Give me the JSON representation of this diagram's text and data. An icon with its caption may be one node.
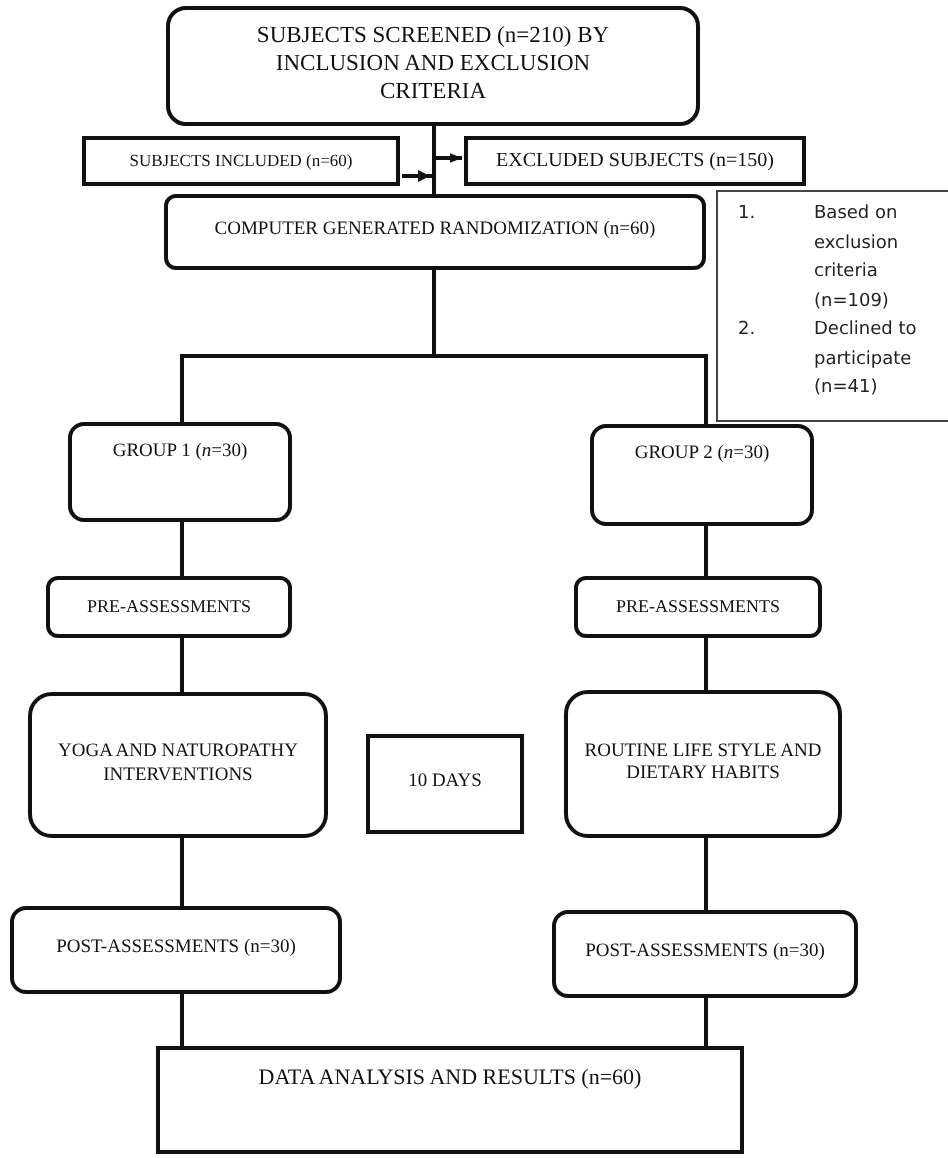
{
  "diagram": {
    "nodes": [
      {
        "text": [
          "SUBJECTS SCREENED (n=210) BY INCLUSION AND EXCLUSION CRITERIA"
        ]
      },
      {
        "text": [
          "SUBJECTS INCLUDED (n=60)"
        ]
      },
      {
        "text": [
          "EXCLUDED SUBJECTS (n=150)"
        ]
      },
      {
        "text": [
          "1.",
          "Based on exclusion criteria (n=109)",
          "2.",
          "Declined to participate (n=41)"
        ]
      },
      {
        "text": [
          "COMPUTER GENERATED RANDOMIZATION (n=60)"
        ]
      },
      {
        "text": [
          "GROUP 1 (*n*=30)"
        ]
      },
      {
        "text": [
          "GROUP 2 (*n*=30)"
        ]
      },
      {
        "text": [
          "PRE-ASSESSMENTS"
        ]
      },
      {
        "text": [
          "PRE-ASSESSMENTS"
        ]
      },
      {
        "text": [
          "YOGA AND NATUROPATHY INTERVENTIONS"
        ]
      },
      {
        "text": [
          "10 DAYS"
        ]
      },
      {
        "text": [
          "ROUTINE LIFE STYLE AND DIETARY HABITS"
        ]
      },
      {
        "text": [
          "POST-ASSESSMENTS (n=30)"
        ]
      },
      {
        "text": [
          "POST-ASSESSMENTS (n=30)"
        ]
      },
      {
        "text": [
          "DATA ANALYSIS AND RESULTS (n=60)"
        ]
      }
    ],
    "edges": [
      {
        "from": 0,
        "to": 4,
        "arrow": "none"
      },
      {
        "from": 0,
        "to": 2,
        "arrow": "to"
      },
      {
        "from": 1,
        "to": 4,
        "arrow": "to"
      },
      {
        "from": 4,
        "to": 5,
        "arrow": "none"
      },
      {
        "from": 4,
        "to": 6,
        "arrow": "none"
      },
      {
        "from": 5,
        "to": 7,
        "arrow": "none"
      },
      {
        "from": 7,
        "to": 9,
        "arrow": "none"
      },
      {
        "from": 9,
        "to": 12,
        "arrow": "none"
      },
      {
        "from": 12,
        "to": 14,
        "arrow": "none"
      },
      {
        "from": 6,
        "to": 8,
        "arrow": "none"
      },
      {
        "from": 8,
        "to": 11,
        "arrow": "none"
      },
      {
        "from": 11,
        "to": 13,
        "arrow": "none"
      },
      {
        "from": 13,
        "to": 14,
        "arrow": "none"
      }
    ]
  }
}
